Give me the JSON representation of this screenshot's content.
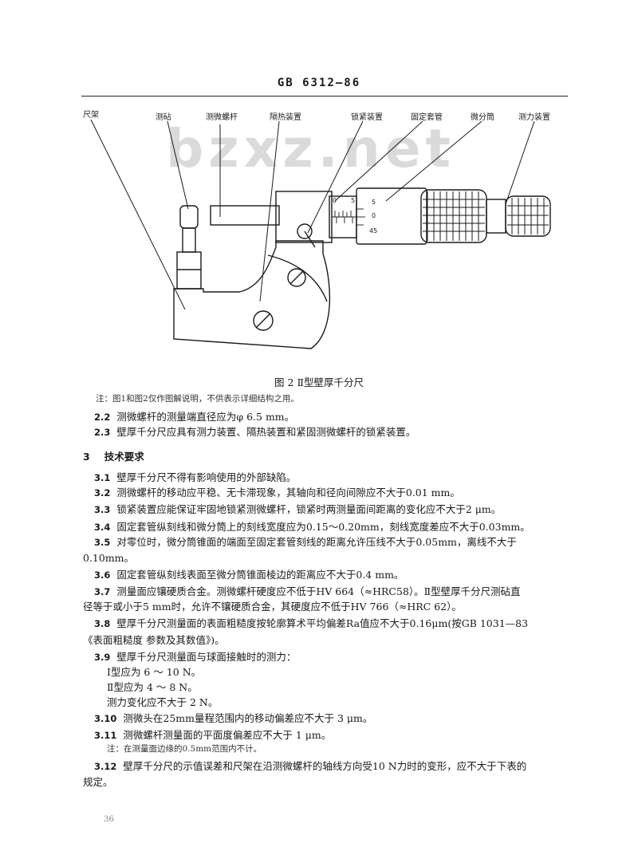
{
  "header": {
    "title": "GB 6312—86"
  },
  "watermark": "bzxz.net",
  "figure": {
    "callouts": {
      "frame": "尺架",
      "anvil": "测砧",
      "spindle": "测微螺杆",
      "insulation": "隔热装置",
      "lock": "锁紧装置",
      "sleeve": "固定套管",
      "thimble": "微分筒",
      "ratchet": "测力装置"
    },
    "scale": {
      "s0": "0",
      "s5": "5",
      "t5": "5",
      "t0": "0",
      "t45": "45"
    },
    "caption": "图 2  Ⅱ型壁厚千分尺"
  },
  "note_1": "注：图1和图2仅作图解说明，不供表示详细结构之用。",
  "items_top": [
    {
      "num": "2.2",
      "text": "测微螺杆的测量端直径应为φ 6.5 mm。"
    },
    {
      "num": "2.3",
      "text": "壁厚千分尺应具有测力装置、隔热装置和紧固测微螺杆的锁紧装置。"
    }
  ],
  "section3": {
    "num": "3",
    "title": "技术要求"
  },
  "items": [
    {
      "num": "3.1",
      "text": "壁厚千分尺不得有影响使用的外部缺陷。"
    },
    {
      "num": "3.2",
      "text": "测微螺杆的移动应平稳、无卡滞现象，其轴向和径向间隙应不大于0.01 mm。"
    },
    {
      "num": "3.3",
      "text": "锁紧装置应能保证牢固地锁紧测微螺杆，锁紧时两测量面间距离的变化应不大于2 μm。"
    },
    {
      "num": "3.4",
      "text": "固定套管纵刻线和微分筒上的刻线宽度应为0.15～0.20mm，刻线宽度差应不大于0.03mm。"
    },
    {
      "num": "3.5",
      "text": "对零位时，微分筒锥面的端面至固定套管刻线的距离允许压线不大于0.05mm，离线不大于",
      "cont": "0.10mm。"
    },
    {
      "num": "3.6",
      "text": "固定套管纵刻线表面至微分筒锥面棱边的距离应不大于0.4 mm。"
    },
    {
      "num": "3.7",
      "text": "测量面应镶硬质合金。测微螺杆硬度应不低于HV 664（≈HRC58）。Ⅱ型壁厚千分尺测砧直",
      "cont": "径等于或小于5 mm时，允许不镶硬质合金，其硬度应不低于HV 766（≈HRC 62）。"
    },
    {
      "num": "3.8",
      "text": "壁厚千分尺测量面的表面粗糙度按轮廓算术平均偏差Ra值应不大于0.16μm(按GB 1031—83",
      "cont": "《表面粗糙度  参数及其数值》)。"
    },
    {
      "num": "3.9",
      "text": "壁厚千分尺测量面与球面接触时的测力："
    }
  ],
  "force_lines": [
    "Ⅰ型应为 6 ～ 10 N。",
    "Ⅱ型应为 4 ～ 8 N。",
    "测力变化应不大于 2 N。"
  ],
  "items_after": [
    {
      "num": "3.10",
      "text": "测微头在25mm量程范围内的移动偏差应不大于 3 μm。"
    },
    {
      "num": "3.11",
      "text": "测微螺杆测量面的平面度偏差应不大于 1 μm。"
    }
  ],
  "note_2": "注：在测量面边缘的0.5mm范围内不计。",
  "item_312": {
    "num": "3.12",
    "text": "壁厚千分尺的示值误差和尺架在沿测微螺杆的轴线方向受10 N力时的变形，应不大于下表的",
    "cont": "规定。"
  },
  "page_number": "36"
}
